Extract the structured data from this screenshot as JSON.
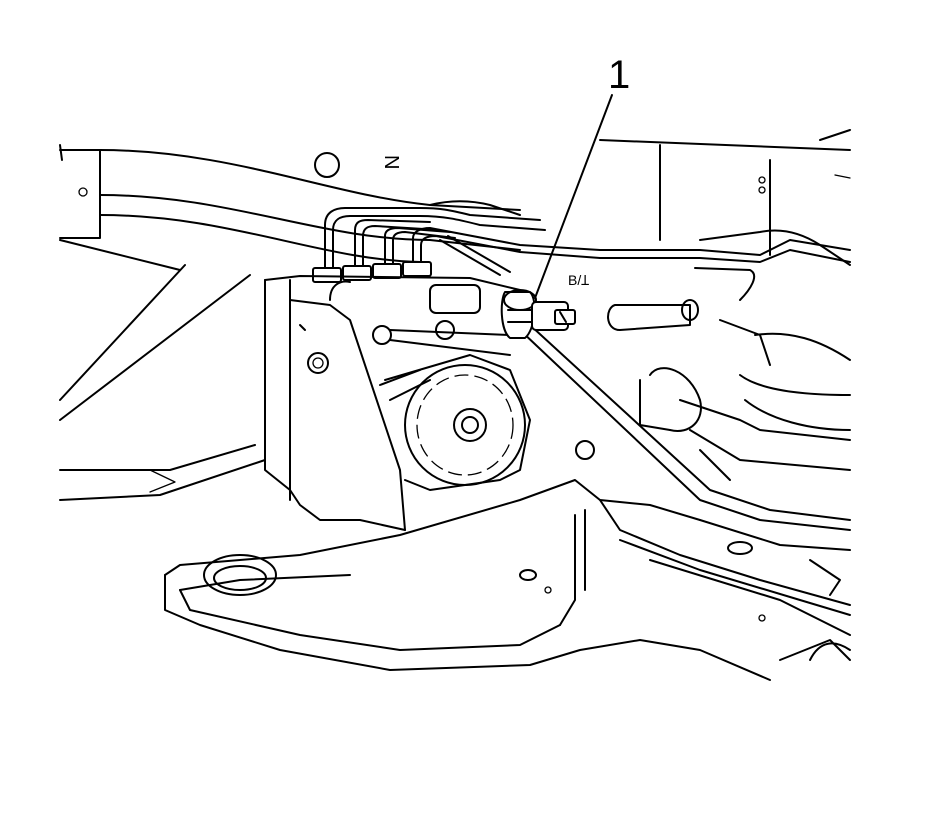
{
  "callouts": [
    {
      "label": "1",
      "target": "sensor-connector"
    }
  ],
  "marks": {
    "cast_mark": "N",
    "sensor_mark": "B/Ʇ"
  },
  "colors": {
    "line": "#000000",
    "background": "#ffffff"
  }
}
